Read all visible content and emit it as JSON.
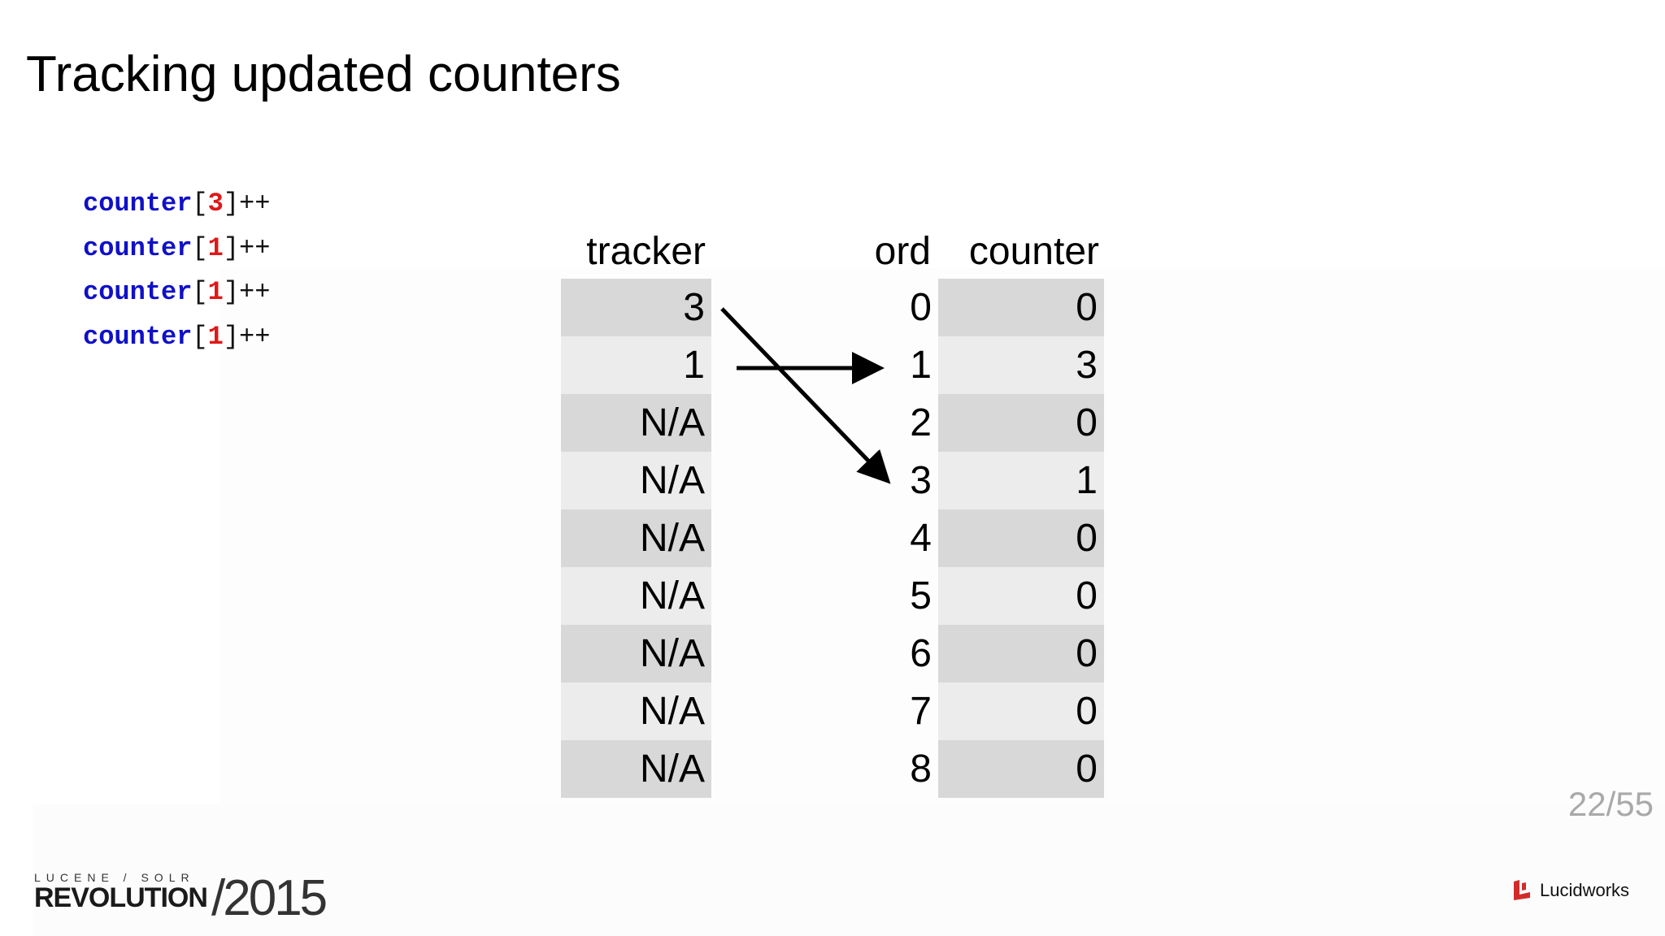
{
  "slide": {
    "title": "Tracking updated counters",
    "page": "22/55"
  },
  "code": {
    "lines": [
      {
        "name": "counter",
        "open": "[",
        "index": "3",
        "close": "]++"
      },
      {
        "name": "counter",
        "open": "[",
        "index": "1",
        "close": "]++"
      },
      {
        "name": "counter",
        "open": "[",
        "index": "1",
        "close": "]++"
      },
      {
        "name": "counter",
        "open": "[",
        "index": "1",
        "close": "]++"
      }
    ]
  },
  "table": {
    "headers": {
      "tracker": "tracker",
      "ord": "ord",
      "counter": "counter"
    },
    "tracker": [
      "3",
      "1",
      "N/A",
      "N/A",
      "N/A",
      "N/A",
      "N/A",
      "N/A",
      "N/A"
    ],
    "ord": [
      "0",
      "1",
      "2",
      "3",
      "4",
      "5",
      "6",
      "7",
      "8"
    ],
    "counter": [
      "0",
      "3",
      "0",
      "1",
      "0",
      "0",
      "0",
      "0",
      "0"
    ]
  },
  "logos": {
    "event_small": "LUCENE / SOLR",
    "event_big": "REVOLUTION",
    "event_year": "/2015",
    "company": "Lucidworks"
  },
  "colors": {
    "keyword": "#1010c8",
    "index": "#e01818",
    "row_dark": "#d8d8d8",
    "row_light": "#ececec",
    "page_number": "#a9a9a9"
  }
}
